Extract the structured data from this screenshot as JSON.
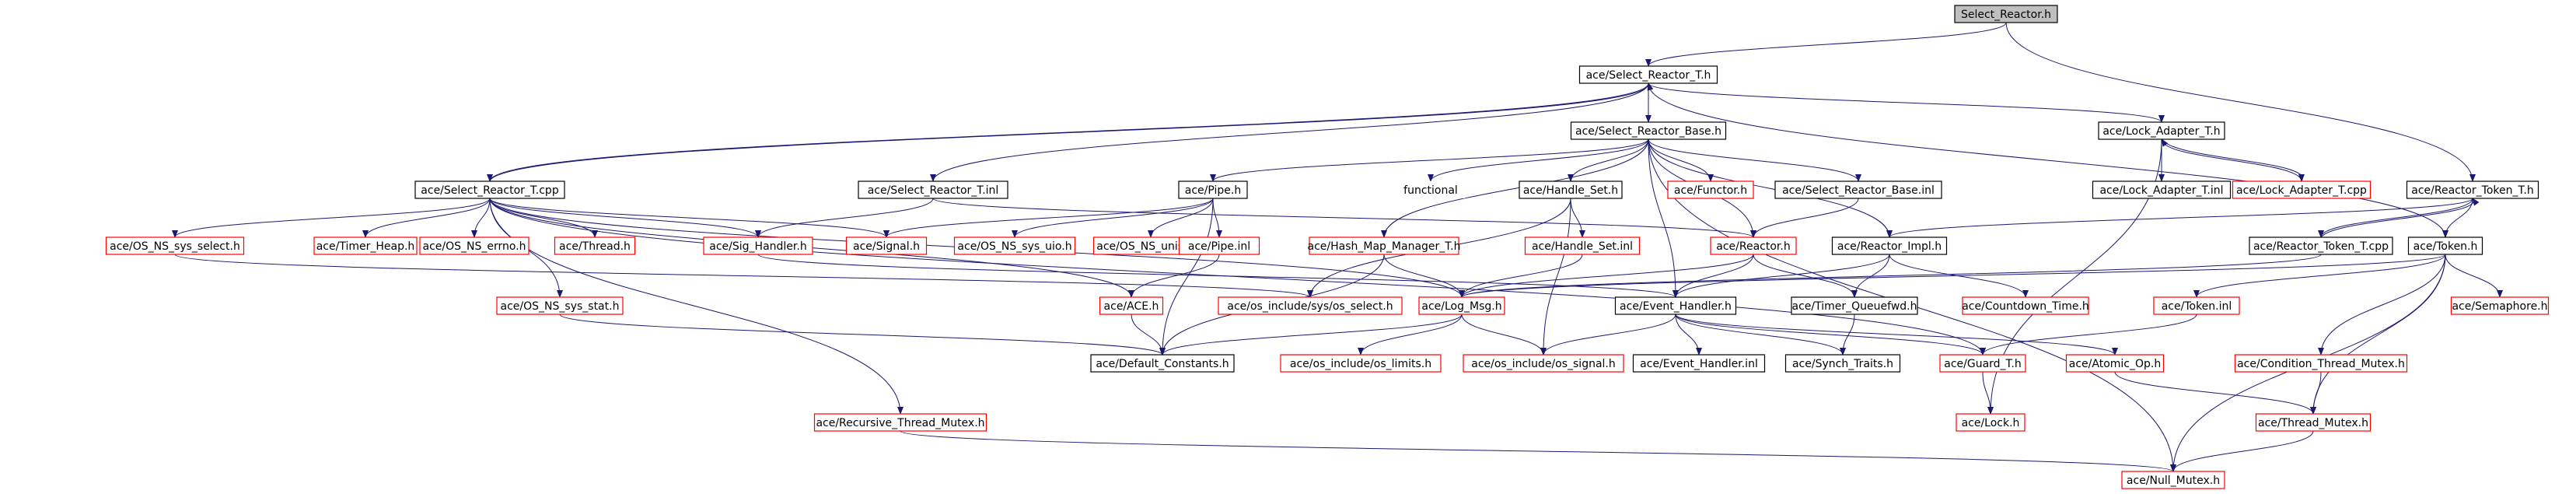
{
  "colors": {
    "edge": "#191970",
    "box_documented": "#000000",
    "box_undocumented": "#ff0000",
    "root_fill": "#bfbfbf",
    "text": "#000000"
  },
  "nodes": [
    {
      "id": "n0",
      "label": "Select_Reactor.h",
      "style": "root"
    },
    {
      "id": "n1",
      "label": "ace/Select_Reactor_T.h",
      "style": "black"
    },
    {
      "id": "n2",
      "label": "ace/Select_Reactor_Base.h",
      "style": "black"
    },
    {
      "id": "n3",
      "label": "ace/Lock_Adapter_T.h",
      "style": "black"
    },
    {
      "id": "n4",
      "label": "ace/Select_Reactor_T.cpp",
      "style": "black"
    },
    {
      "id": "n5",
      "label": "ace/Select_Reactor_T.inl",
      "style": "black"
    },
    {
      "id": "n6",
      "label": "ace/Pipe.h",
      "style": "black"
    },
    {
      "id": "n7",
      "label": "functional",
      "style": "plain"
    },
    {
      "id": "n8",
      "label": "ace/Handle_Set.h",
      "style": "black"
    },
    {
      "id": "n9",
      "label": "ace/Functor.h",
      "style": "red"
    },
    {
      "id": "n10",
      "label": "ace/Select_Reactor_Base.inl",
      "style": "black"
    },
    {
      "id": "n11",
      "label": "ace/Lock_Adapter_T.inl",
      "style": "black"
    },
    {
      "id": "n12",
      "label": "ace/Lock_Adapter_T.cpp",
      "style": "red"
    },
    {
      "id": "n13",
      "label": "ace/Reactor_Token_T.h",
      "style": "black"
    },
    {
      "id": "n14",
      "label": "ace/OS_NS_sys_select.h",
      "style": "red"
    },
    {
      "id": "n15",
      "label": "ace/Timer_Heap.h",
      "style": "red"
    },
    {
      "id": "n16",
      "label": "ace/OS_NS_errno.h",
      "style": "red"
    },
    {
      "id": "n17",
      "label": "ace/Thread.h",
      "style": "red"
    },
    {
      "id": "n18",
      "label": "ace/Sig_Handler.h",
      "style": "red"
    },
    {
      "id": "n19",
      "label": "ace/Signal.h",
      "style": "red"
    },
    {
      "id": "n20",
      "label": "ace/OS_NS_sys_uio.h",
      "style": "red"
    },
    {
      "id": "n21",
      "label": "ace/OS_NS_unistd.h",
      "style": "red"
    },
    {
      "id": "n22",
      "label": "ace/Pipe.inl",
      "style": "red"
    },
    {
      "id": "n23",
      "label": "ace/Hash_Map_Manager_T.h",
      "style": "red"
    },
    {
      "id": "n24",
      "label": "ace/Handle_Set.inl",
      "style": "red"
    },
    {
      "id": "n25",
      "label": "ace/Reactor.h",
      "style": "red"
    },
    {
      "id": "n26",
      "label": "ace/Reactor_Impl.h",
      "style": "black"
    },
    {
      "id": "n27",
      "label": "ace/Reactor_Token_T.cpp",
      "style": "black"
    },
    {
      "id": "n28",
      "label": "ace/Token.h",
      "style": "black"
    },
    {
      "id": "n29",
      "label": "ace/OS_NS_sys_stat.h",
      "style": "red"
    },
    {
      "id": "n30",
      "label": "ace/ACE.h",
      "style": "red"
    },
    {
      "id": "n31",
      "label": "ace/os_include/sys/os_select.h",
      "style": "red"
    },
    {
      "id": "n32",
      "label": "ace/Log_Msg.h",
      "style": "red"
    },
    {
      "id": "n33",
      "label": "ace/Event_Handler.h",
      "style": "black"
    },
    {
      "id": "n34",
      "label": "ace/Timer_Queuefwd.h",
      "style": "black"
    },
    {
      "id": "n35",
      "label": "ace/Countdown_Time.h",
      "style": "red"
    },
    {
      "id": "n36",
      "label": "ace/Token.inl",
      "style": "red"
    },
    {
      "id": "n37",
      "label": "ace/Semaphore.h",
      "style": "red"
    },
    {
      "id": "n38",
      "label": "ace/Default_Constants.h",
      "style": "black"
    },
    {
      "id": "n39",
      "label": "ace/os_include/os_limits.h",
      "style": "red"
    },
    {
      "id": "n40",
      "label": "ace/os_include/os_signal.h",
      "style": "red"
    },
    {
      "id": "n41",
      "label": "ace/Event_Handler.inl",
      "style": "black"
    },
    {
      "id": "n42",
      "label": "ace/Synch_Traits.h",
      "style": "black"
    },
    {
      "id": "n43",
      "label": "ace/Guard_T.h",
      "style": "red"
    },
    {
      "id": "n44",
      "label": "ace/Atomic_Op.h",
      "style": "red"
    },
    {
      "id": "n45",
      "label": "ace/Condition_Thread_Mutex.h",
      "style": "red"
    },
    {
      "id": "n46",
      "label": "ace/Recursive_Thread_Mutex.h",
      "style": "red"
    },
    {
      "id": "n47",
      "label": "ace/Lock.h",
      "style": "red"
    },
    {
      "id": "n48",
      "label": "ace/Thread_Mutex.h",
      "style": "red"
    },
    {
      "id": "n49",
      "label": "ace/Null_Mutex.h",
      "style": "red"
    }
  ],
  "edges": [
    [
      "n0",
      "n1"
    ],
    [
      "n0",
      "n13"
    ],
    [
      "n1",
      "n2"
    ],
    [
      "n1",
      "n3"
    ],
    [
      "n1",
      "n4"
    ],
    [
      "n1",
      "n5"
    ],
    [
      "n1",
      "n28"
    ],
    [
      "n4",
      "n1"
    ],
    [
      "n2",
      "n6"
    ],
    [
      "n2",
      "n7"
    ],
    [
      "n2",
      "n8"
    ],
    [
      "n2",
      "n9"
    ],
    [
      "n2",
      "n10"
    ],
    [
      "n2",
      "n23"
    ],
    [
      "n2",
      "n26"
    ],
    [
      "n2",
      "n33"
    ],
    [
      "n2",
      "n25"
    ],
    [
      "n2",
      "n49"
    ],
    [
      "n3",
      "n11"
    ],
    [
      "n3",
      "n12"
    ],
    [
      "n3",
      "n47"
    ],
    [
      "n12",
      "n3"
    ],
    [
      "n4",
      "n14"
    ],
    [
      "n4",
      "n15"
    ],
    [
      "n4",
      "n16"
    ],
    [
      "n4",
      "n17"
    ],
    [
      "n4",
      "n18"
    ],
    [
      "n4",
      "n19"
    ],
    [
      "n4",
      "n29"
    ],
    [
      "n4",
      "n30"
    ],
    [
      "n4",
      "n32"
    ],
    [
      "n4",
      "n46"
    ],
    [
      "n4",
      "n43"
    ],
    [
      "n5",
      "n18"
    ],
    [
      "n5",
      "n25"
    ],
    [
      "n6",
      "n20"
    ],
    [
      "n6",
      "n21"
    ],
    [
      "n6",
      "n22"
    ],
    [
      "n6",
      "n19"
    ],
    [
      "n6",
      "n38"
    ],
    [
      "n8",
      "n24"
    ],
    [
      "n8",
      "n31"
    ],
    [
      "n8",
      "n40"
    ],
    [
      "n10",
      "n25"
    ],
    [
      "n13",
      "n26"
    ],
    [
      "n13",
      "n27"
    ],
    [
      "n13",
      "n28"
    ],
    [
      "n27",
      "n13"
    ],
    [
      "n27",
      "n32"
    ],
    [
      "n14",
      "n31"
    ],
    [
      "n18",
      "n33"
    ],
    [
      "n22",
      "n30"
    ],
    [
      "n23",
      "n32"
    ],
    [
      "n23",
      "n38"
    ],
    [
      "n24",
      "n32"
    ],
    [
      "n25",
      "n32"
    ],
    [
      "n25",
      "n33"
    ],
    [
      "n25",
      "n34"
    ],
    [
      "n26",
      "n33"
    ],
    [
      "n26",
      "n34"
    ],
    [
      "n26",
      "n35"
    ],
    [
      "n28",
      "n36"
    ],
    [
      "n28",
      "n37"
    ],
    [
      "n28",
      "n45"
    ],
    [
      "n28",
      "n48"
    ],
    [
      "n28",
      "n49"
    ],
    [
      "n28",
      "n32"
    ],
    [
      "n29",
      "n38"
    ],
    [
      "n30",
      "n38"
    ],
    [
      "n32",
      "n38"
    ],
    [
      "n32",
      "n39"
    ],
    [
      "n32",
      "n40"
    ],
    [
      "n33",
      "n41"
    ],
    [
      "n33",
      "n42"
    ],
    [
      "n33",
      "n43"
    ],
    [
      "n33",
      "n44"
    ],
    [
      "n33",
      "n40"
    ],
    [
      "n34",
      "n42"
    ],
    [
      "n36",
      "n43"
    ],
    [
      "n43",
      "n47"
    ],
    [
      "n44",
      "n48"
    ],
    [
      "n45",
      "n48"
    ],
    [
      "n46",
      "n49"
    ],
    [
      "n48",
      "n49"
    ]
  ]
}
